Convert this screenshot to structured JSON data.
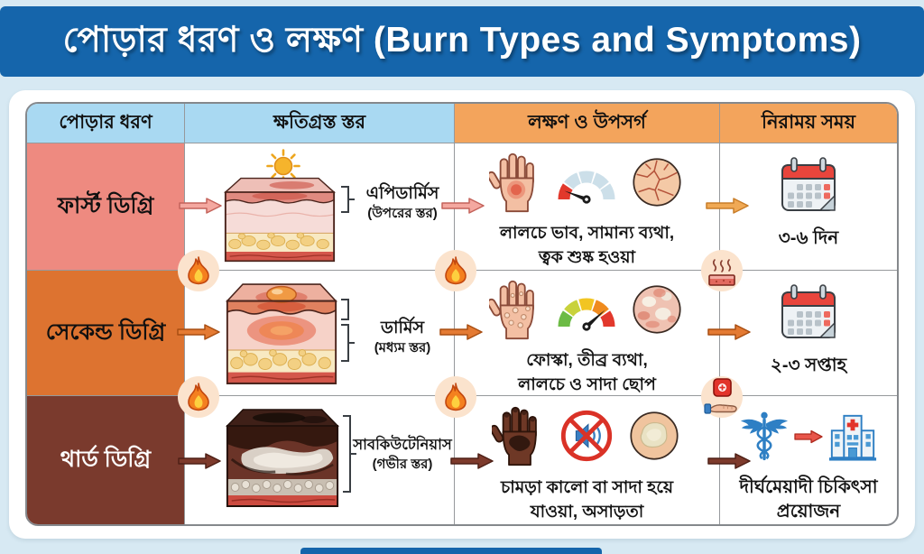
{
  "title": "পোড়ার ধরণ ও লক্ষণ (Burn Types and Symptoms)",
  "table": {
    "headers": [
      "পোড়ার ধরণ",
      "ক্ষতিগ্রস্ত স্তর",
      "লক্ষণ ও উপসর্গ",
      "নিরাময় সময়"
    ],
    "rows": [
      {
        "degree": "ফার্স্ট ডিগ্রি",
        "layer": "এপিডার্মিস",
        "layer_note": "(উপরের স্তর)",
        "symptoms": [
          "লালচে ভাব, সামান্য ব্যথা,",
          "ত্বক শুষ্ক হওয়া"
        ],
        "healing": [
          "৩-৬ দিন"
        ]
      },
      {
        "degree": "সেকেন্ড ডিগ্রি",
        "layer": "ডার্মিস",
        "layer_note": "(মধ্যম স্তর)",
        "symptoms": [
          "ফোস্কা, তীব্র ব্যথা,",
          "লালচে ও সাদা ছোপ"
        ],
        "healing": [
          "২-৩ সপ্তাহ"
        ]
      },
      {
        "degree": "থার্ড ডিগ্রি",
        "layer": "সাবকিউটেনিয়াস",
        "layer_note": "(গভীর স্তর)",
        "symptoms": [
          "চামড়া কালো বা সাদা হয়ে",
          "যাওয়া, অসাড়তা"
        ],
        "healing": [
          "দীর্ঘমেয়াদী চিকিৎসা",
          "প্রয়োজন"
        ]
      }
    ]
  },
  "colors": {
    "title_bg": "#1565ab",
    "header_blue": "#a9d9f2",
    "header_orange": "#f3a45c",
    "row1_cell": "#ee8a80",
    "row2_cell": "#dd7330",
    "row3_cell": "#7a3a2d",
    "page_bg": "#d7e9f3"
  },
  "icons": {
    "sun-icon": "sun over first-degree skin diagram",
    "skin-layers-first-degree-icon": "skin cross-section, reddened epidermis",
    "skin-layers-second-degree-icon": "skin cross-section with blister",
    "skin-layers-third-degree-icon": "charred skin cross-section",
    "red-hand-icon": "hand with red patch",
    "blister-hand-icon": "hand with blisters",
    "charred-hand-icon": "blackened hand",
    "pain-gauge-low-icon": "gauge needle at low/red-left",
    "pain-gauge-high-icon": "gauge needle at high/red-right",
    "dry-skin-icon": "circle of cracked dry skin",
    "mottled-skin-icon": "circle of red and white patches",
    "pale-skin-icon": "circle with pale white patch",
    "no-sensation-icon": "crossed-out speaker (numbness)",
    "calendar-icon": "calendar",
    "caduceus-icon": "medical caduceus",
    "hospital-icon": "hospital building",
    "flame-icon": "flame in peach circle",
    "heat-on-skin-icon": "steaming skin slab in peach circle",
    "first-aid-hand-icon": "hand holding first-aid kit in peach circle",
    "right-arrow-icon": "flow arrow between columns"
  }
}
